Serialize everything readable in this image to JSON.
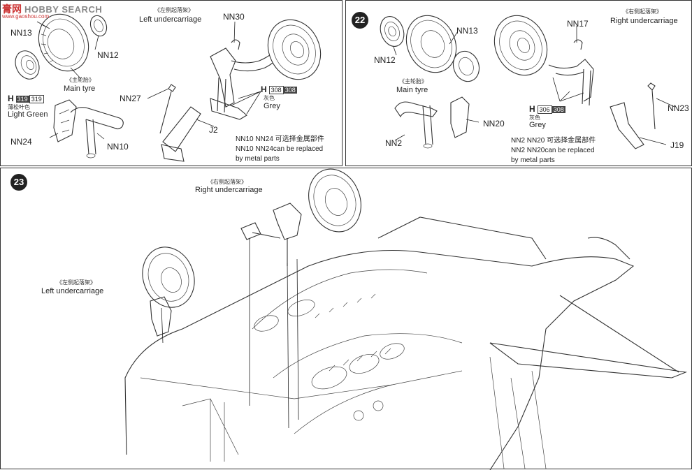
{
  "watermark": {
    "cn": "膏",
    "cn2": "网",
    "en": "HOBBY SEARCH",
    "domain": "www.gaoshou.com"
  },
  "steps": [
    {
      "number": "",
      "title_cn": "《左侧起落架》",
      "title_en": "Left undercarriage",
      "main_tyre_cn": "《主轮胎》",
      "main_tyre_en": "Main tyre",
      "paint": {
        "h": "H",
        "code1": "319",
        "code2": "319",
        "cn": "薄松叶色",
        "en": "Light Green"
      },
      "paint2": {
        "h": "H",
        "code1": "308",
        "code2": "308",
        "cn": "灰色",
        "en": "Grey"
      },
      "parts": [
        "NN13",
        "NN12",
        "NN30",
        "NN27",
        "NN24",
        "NN10",
        "J2"
      ],
      "note_line1": "NN10 NN24 可选择金属部件",
      "note_line2": "NN10 NN24can be replaced",
      "note_line3": "by metal parts"
    },
    {
      "number": "22",
      "title_cn": "《右侧起落架》",
      "title_en": "Right undercarriage",
      "main_tyre_cn": "《主轮胎》",
      "main_tyre_en": "Main tyre",
      "paint": {
        "h": "H",
        "code1": "306",
        "code2": "308",
        "cn": "灰色",
        "en": "Grey"
      },
      "parts": [
        "NN12",
        "NN13",
        "NN17",
        "NN23",
        "NN20",
        "NN2",
        "J19"
      ],
      "note_line1": "NN2 NN20 可选择金属部件",
      "note_line2": "NN2 NN20can be replaced",
      "note_line3": "by metal parts"
    },
    {
      "number": "23",
      "right_cn": "《右侧起落架》",
      "right_en": "Right undercarriage",
      "left_cn": "《左侧起落架》",
      "left_en": "Left undercarriage"
    }
  ]
}
